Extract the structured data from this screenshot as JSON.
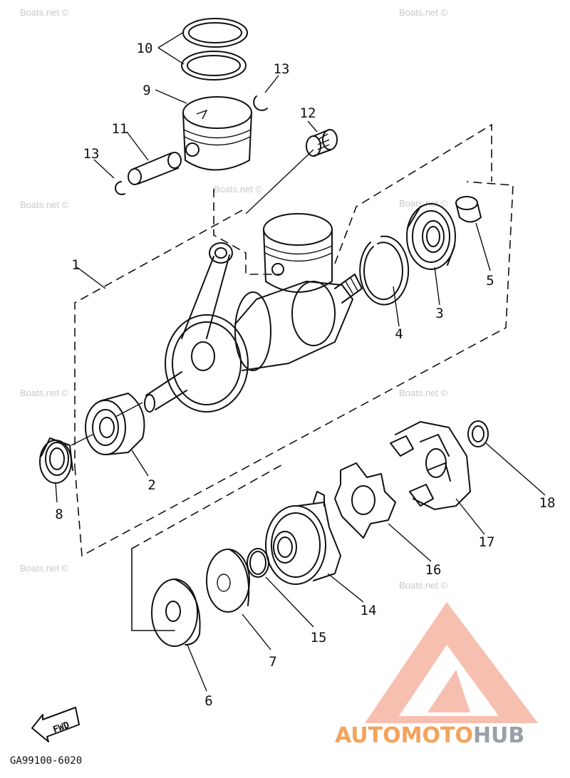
{
  "watermark": "Boats.net ©",
  "diagram_code": "GA99100-6020",
  "fwd_label": "FWD",
  "logo": {
    "part1": "AUTO",
    "part2": "MOTO",
    "part3": "HUB",
    "color_light": "#f6b8a6",
    "color_orange": "#f4a35b",
    "color_gray": "#9aa0a6"
  },
  "parts": {
    "p1": "1",
    "p2": "2",
    "p3": "3",
    "p4": "4",
    "p5": "5",
    "p6": "6",
    "p7": "7",
    "p8": "8",
    "p9": "9",
    "p10": "10",
    "p11": "11",
    "p12": "12",
    "p13a": "13",
    "p13b": "13",
    "p14": "14",
    "p15": "15",
    "p16": "16",
    "p17": "17",
    "p18": "18"
  }
}
